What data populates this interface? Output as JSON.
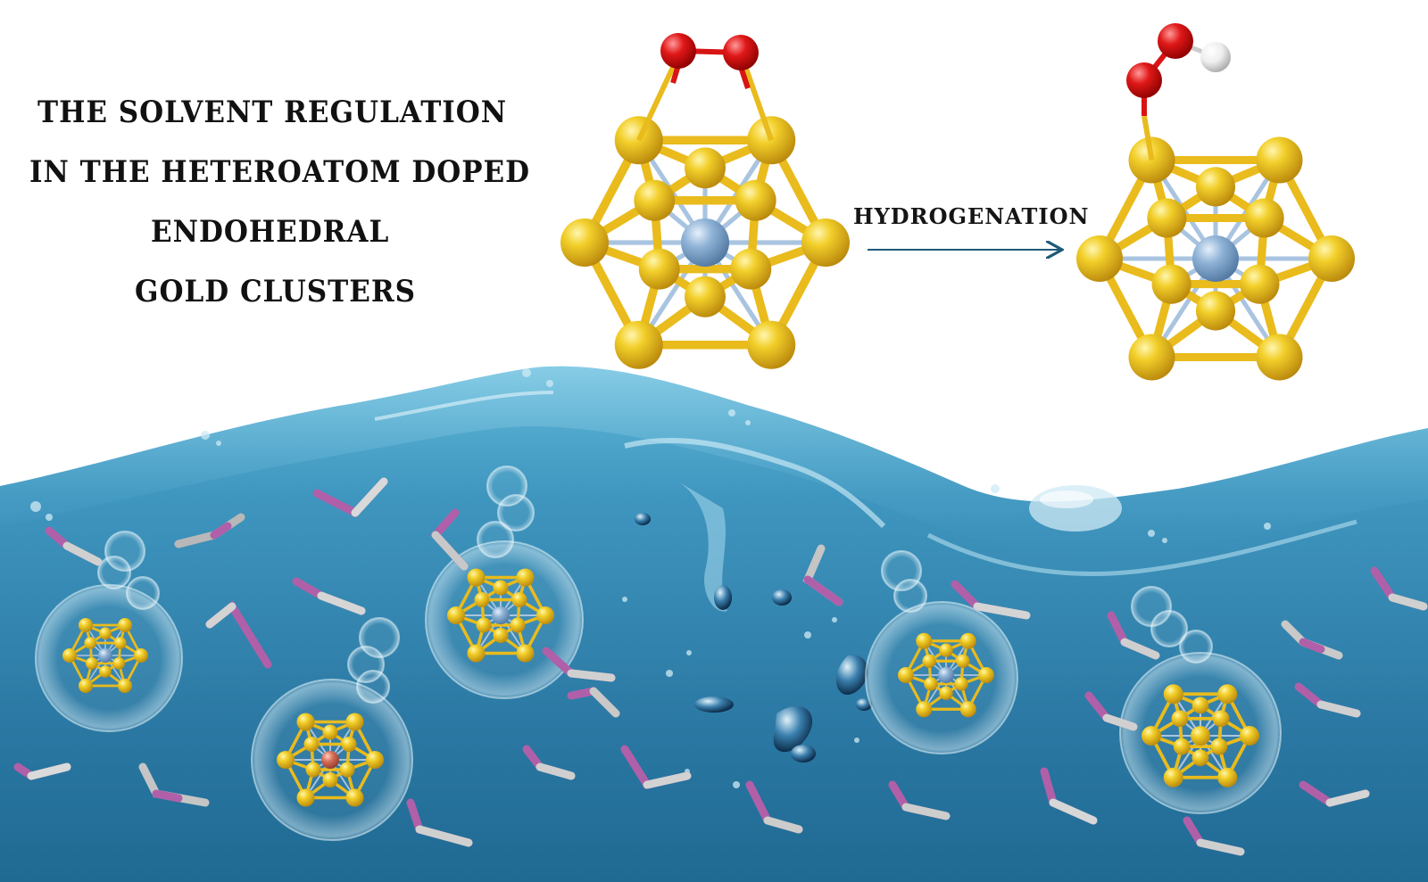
{
  "title": {
    "lines": [
      "THE SOLVENT REGULATION",
      "IN THE HETEROATOM DOPED",
      "ENDOHEDRAL",
      "GOLD CLUSTERS"
    ]
  },
  "reaction": {
    "arrow_label": "HYDROGENATION"
  },
  "colors": {
    "gold_atom": "#e8c018",
    "gold_bond": "#f0c020",
    "dopant_atom": "#7fa6cc",
    "dopant_alt_atom": "#d9705a",
    "oxygen_atom": "#d81414",
    "hydrogen_atom": "#f0f0f0",
    "water_deep": "#1e6690",
    "water_surface": "#5fb8d8",
    "arrow": "#1f5a7a"
  },
  "icons": {
    "left_cluster": "o2-adsorbed-gold-cluster-icon",
    "right_cluster": "ooh-adsorbed-gold-cluster-icon",
    "arrow": "arrow-right-icon",
    "water_molecules": "solvent-molecule-icon",
    "bubbles": "bubble-icon"
  }
}
